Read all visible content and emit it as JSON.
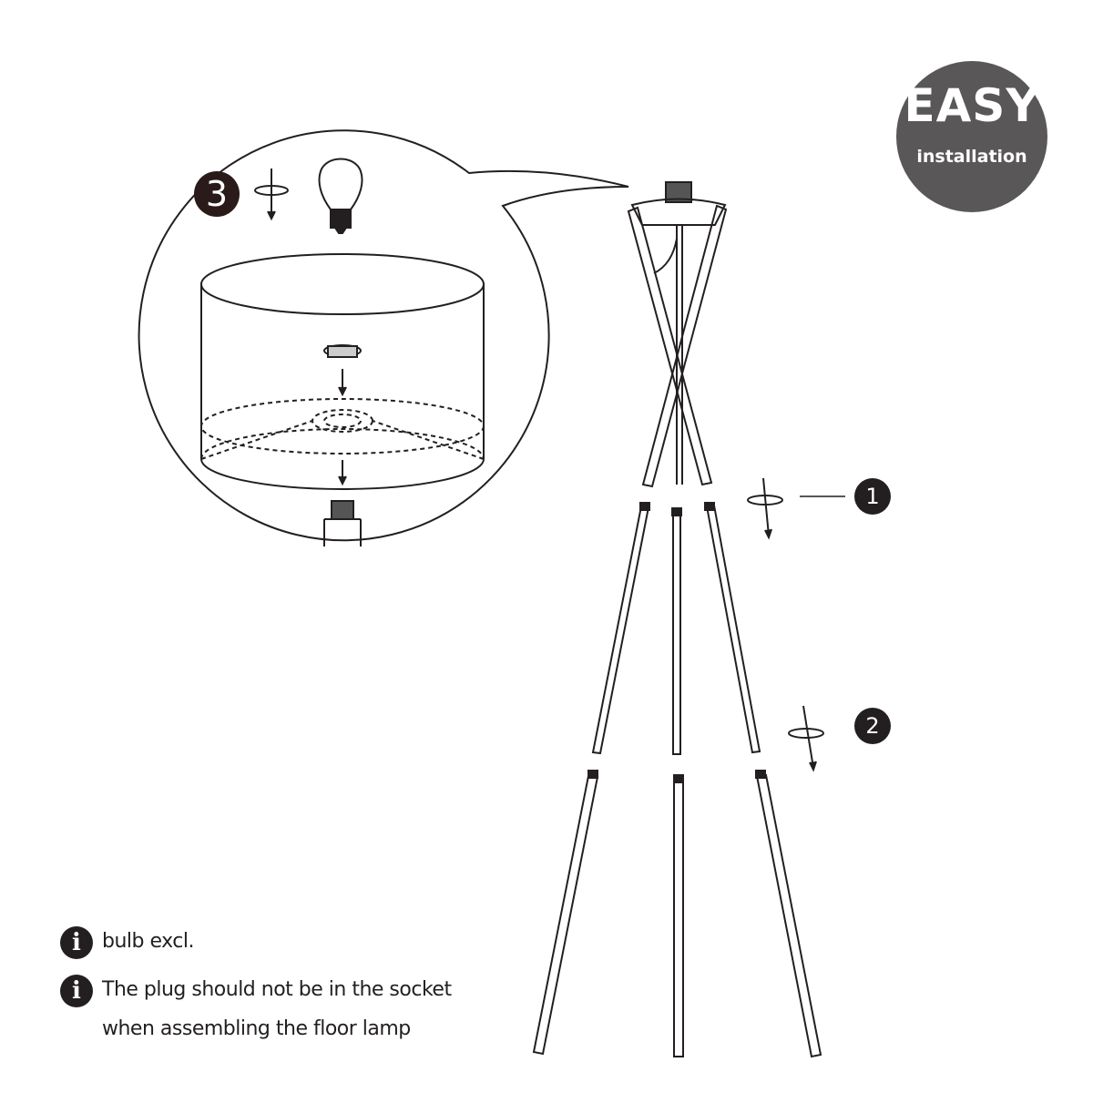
{
  "badge": {
    "title": "EASY",
    "subtitle": "installation",
    "color": "#5a5758"
  },
  "steps": [
    {
      "number": "1",
      "action": "screw-rotate"
    },
    {
      "number": "2",
      "action": "screw-rotate"
    },
    {
      "number": "3",
      "action": "screw-rotate"
    }
  ],
  "notes": [
    {
      "icon": "info-icon",
      "text": "bulb excl."
    },
    {
      "icon": "info-icon",
      "text": "The plug should not be in the socket"
    },
    {
      "text": "when assembling the floor lamp"
    }
  ],
  "info_glyph": "i",
  "colors": {
    "ink": "#231f20",
    "step_fill": "#2a1a1a"
  }
}
